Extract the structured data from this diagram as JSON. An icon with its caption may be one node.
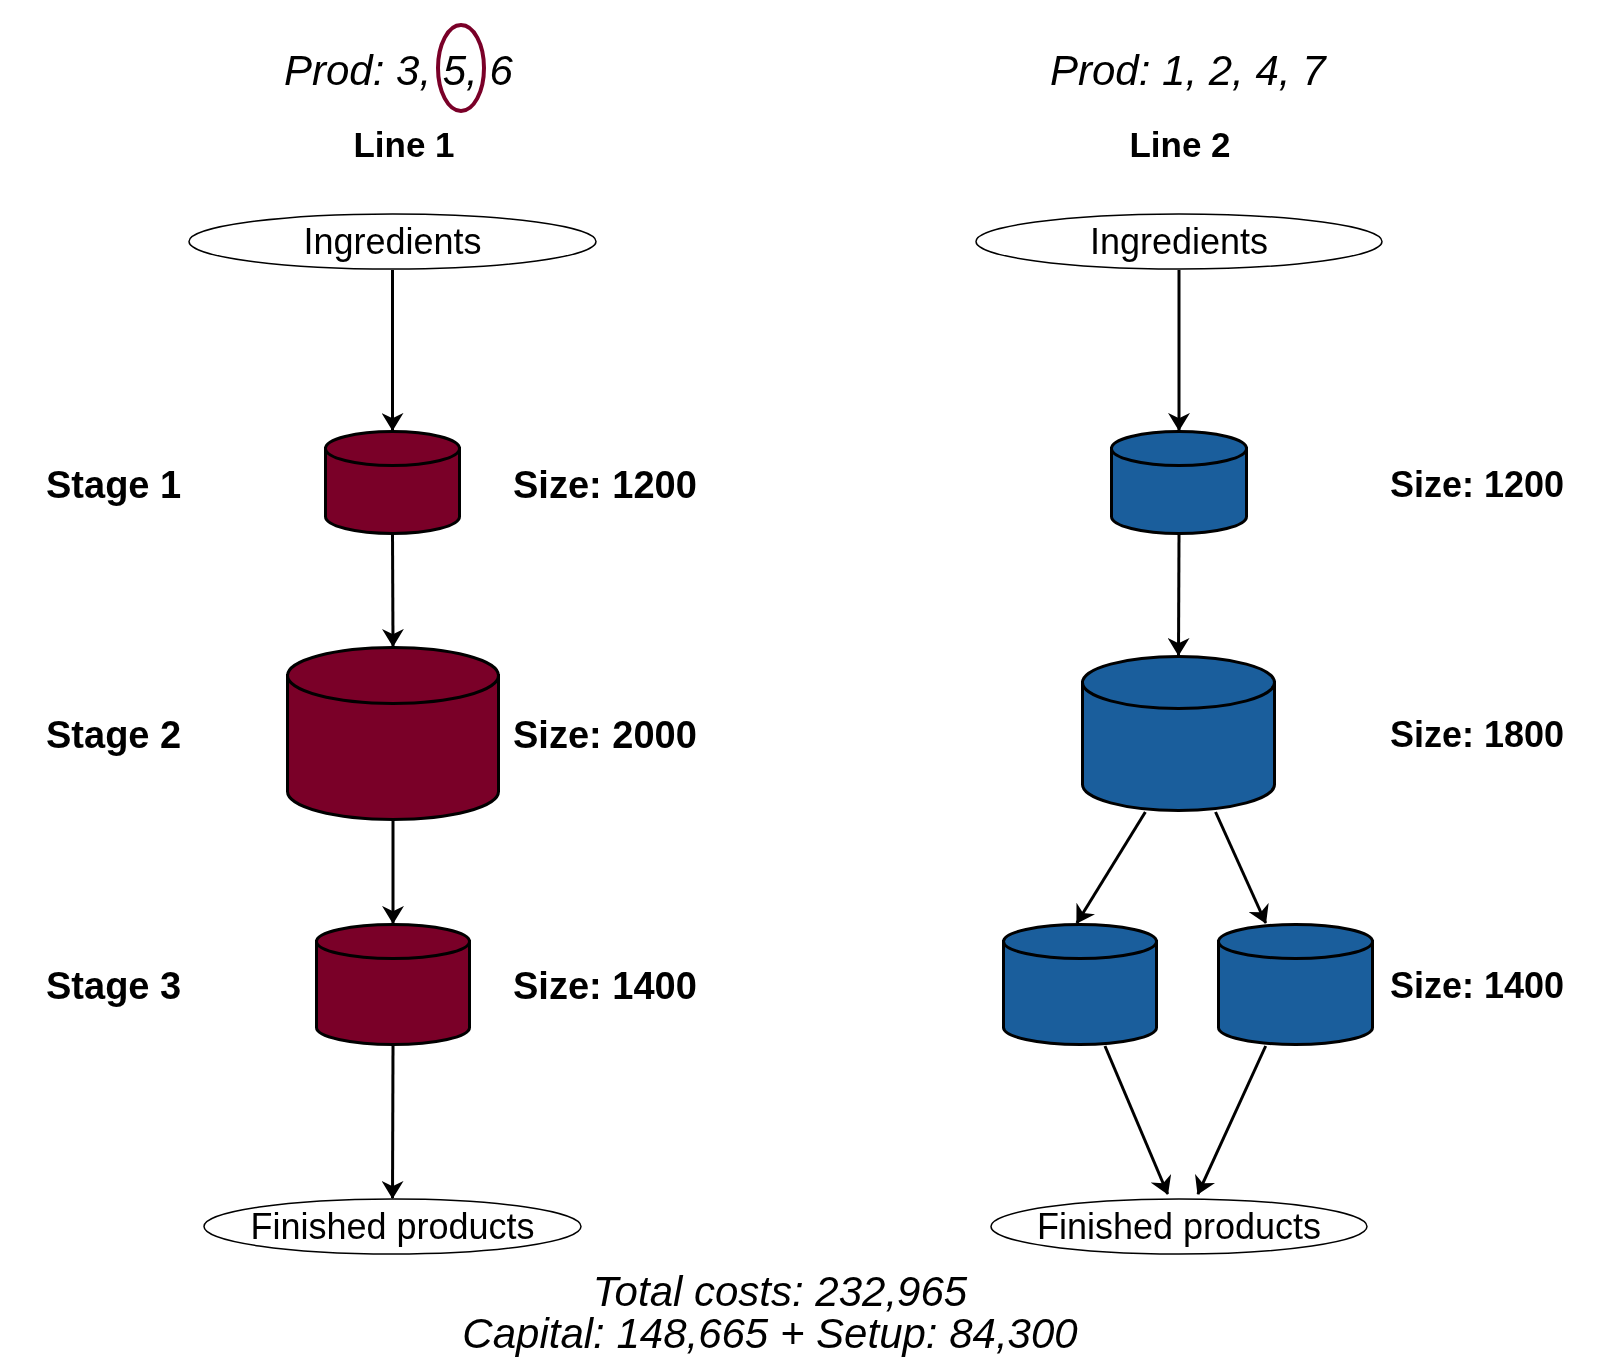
{
  "diagram": {
    "nodes": [
      {
        "text": [
          "Ingredients"
        ]
      },
      {
        "text": [],
        "shape": "cylinder"
      },
      {
        "text": [],
        "shape": "cylinder"
      },
      {
        "text": [],
        "shape": "cylinder"
      },
      {
        "text": [
          "Finished products"
        ]
      },
      {
        "text": [
          "Ingredients"
        ]
      },
      {
        "text": [],
        "shape": "cylinder"
      },
      {
        "text": [],
        "shape": "cylinder"
      },
      {
        "text": [],
        "shape": "cylinder"
      },
      {
        "text": [],
        "shape": "cylinder"
      },
      {
        "text": [
          "Finished products"
        ]
      }
    ],
    "edges": [
      {
        "from": 0,
        "to": 1,
        "arrow": "to"
      },
      {
        "from": 1,
        "to": 2,
        "arrow": "to"
      },
      {
        "from": 2,
        "to": 3,
        "arrow": "to"
      },
      {
        "from": 3,
        "to": 4,
        "arrow": "to"
      },
      {
        "from": 5,
        "to": 6,
        "arrow": "to"
      },
      {
        "from": 6,
        "to": 7,
        "arrow": "to"
      },
      {
        "from": 7,
        "to": 8,
        "arrow": "to"
      },
      {
        "from": 7,
        "to": 9,
        "arrow": "to"
      },
      {
        "from": 8,
        "to": 10,
        "arrow": "to"
      },
      {
        "from": 9,
        "to": 10,
        "arrow": "to"
      }
    ],
    "labels": [
      "Prod: 3, 5, 6",
      "Prod: 1, 2, 4, 7",
      "Line 1",
      "Line 2",
      "Stage 1",
      "Size: 1200",
      "Size: 1200",
      "Stage 2",
      "Size: 2000",
      "Size: 1800",
      "Stage 3",
      "Size: 1400",
      "Size: 1400",
      "Total costs: 232,965",
      "Capital: 148,665 + Setup: 84,300"
    ]
  }
}
